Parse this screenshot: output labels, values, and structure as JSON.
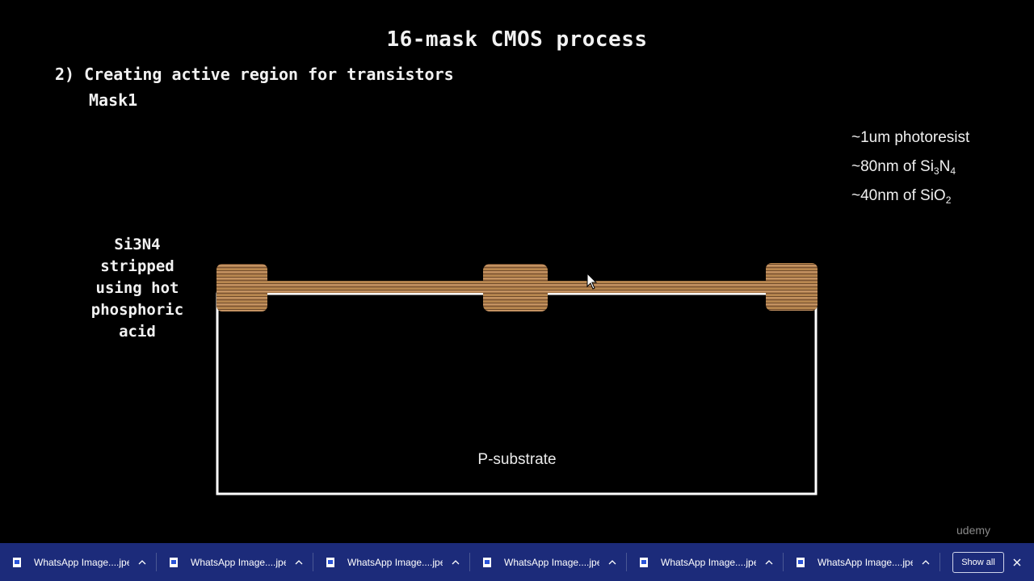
{
  "slide": {
    "title": "16-mask CMOS process",
    "step": "2) Creating active region for transistors",
    "mask": "Mask1",
    "side_note": [
      "Si3N4",
      "stripped",
      "using hot",
      "phosphoric",
      "acid"
    ],
    "legend": [
      {
        "prefix": "~1um photoresist",
        "parts": []
      },
      {
        "prefix": "~80nm of Si",
        "parts": [
          "3",
          "N",
          "4"
        ]
      },
      {
        "prefix": "~40nm of SiO",
        "parts": [
          "2"
        ]
      }
    ],
    "substrate_label": "P-substrate",
    "watermark": "udemy",
    "colors": {
      "background": "#000000",
      "oxide": "#a97a4a",
      "substrate_outline": "#ffffff"
    }
  },
  "download_bar": {
    "items": [
      {
        "name": "WhatsApp Image....jpeg"
      },
      {
        "name": "WhatsApp Image....jpeg"
      },
      {
        "name": "WhatsApp Image....jpeg"
      },
      {
        "name": "WhatsApp Image....jpeg"
      },
      {
        "name": "WhatsApp Image....jpeg"
      },
      {
        "name": "WhatsApp Image....jpeg"
      }
    ],
    "show_all_label": "Show all",
    "icons": {
      "file": "image-file-icon",
      "chevron": "chevron-up-icon",
      "close": "close-icon"
    },
    "colors": {
      "bar": "#1c2b7a"
    }
  }
}
